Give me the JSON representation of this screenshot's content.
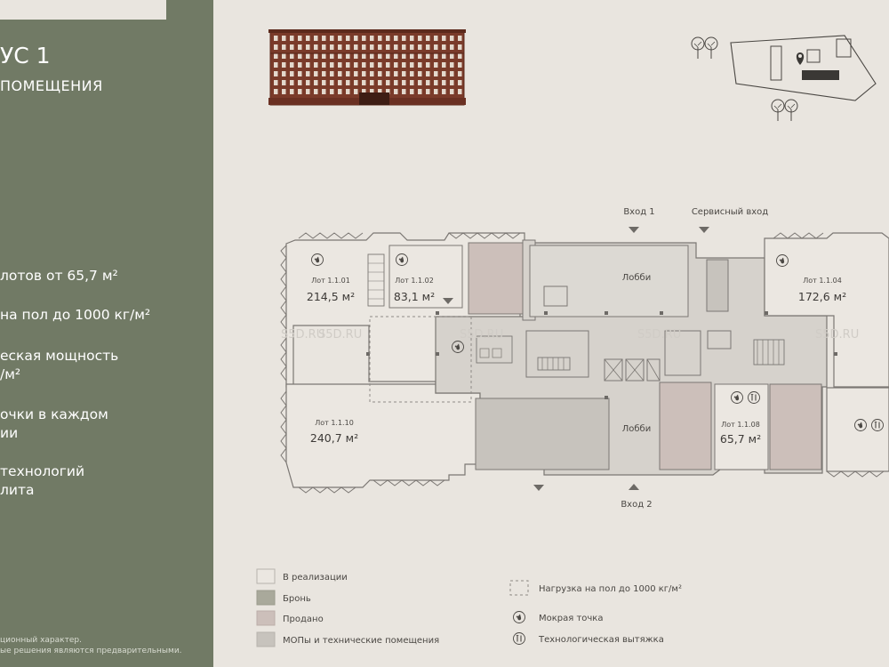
{
  "sidebar": {
    "title": "УС 1",
    "subtitle": "ПОМЕЩЕНИЯ",
    "features": [
      {
        "lines": [
          "лотов от 65,7 м²"
        ]
      },
      {
        "lines": [
          "на пол до 1000 кг/м²"
        ]
      },
      {
        "lines": [
          "еская мощность",
          "/м²"
        ]
      },
      {
        "lines": [
          "очки в каждом",
          "ии"
        ]
      },
      {
        "lines": [
          "технологий",
          "лита"
        ]
      }
    ],
    "footnote": [
      "ционный характер.",
      "ые решения являются предварительными."
    ]
  },
  "plan": {
    "entrances": {
      "entry1": "Вход 1",
      "service": "Сервисный вход",
      "entry2": "Вход 2"
    },
    "lobby_top": "Лобби",
    "lobby_bottom": "Лобби",
    "watermark": "S5D.RU",
    "lots": [
      {
        "name": "Лот 1.1.01",
        "area": "214,5 м²"
      },
      {
        "name": "Лот 1.1.02",
        "area": "83,1 м²"
      },
      {
        "name": "Лот 1.1.04",
        "area": "172,6 м²"
      },
      {
        "name": "Лот 1.1.10",
        "area": "240,7 м²"
      },
      {
        "name": "Лот 1.1.08",
        "area": "65,7 м²"
      }
    ]
  },
  "legend": {
    "in_sale": "В реализации",
    "booked": "Бронь",
    "sold": "Продано",
    "mop": "МОПы и технические помещения",
    "floor_load": "Нагрузка на пол до 1000 кг/м²",
    "wet_point": "Мокрая точка",
    "exhaust": "Технологическая вытяжка"
  },
  "colors": {
    "sidebar": "#717a65",
    "background": "#e9e5df",
    "in_sale": "#ebe7e1",
    "booked": "#a9a99b",
    "sold": "#ccbfba",
    "mop": "#c7c3bd",
    "facade_brick": "#7a3b2a"
  },
  "icons": [
    "tree-icon",
    "location-pin-icon",
    "wet-point-icon",
    "exhaust-icon",
    "arrow-down-icon",
    "arrow-up-icon"
  ]
}
